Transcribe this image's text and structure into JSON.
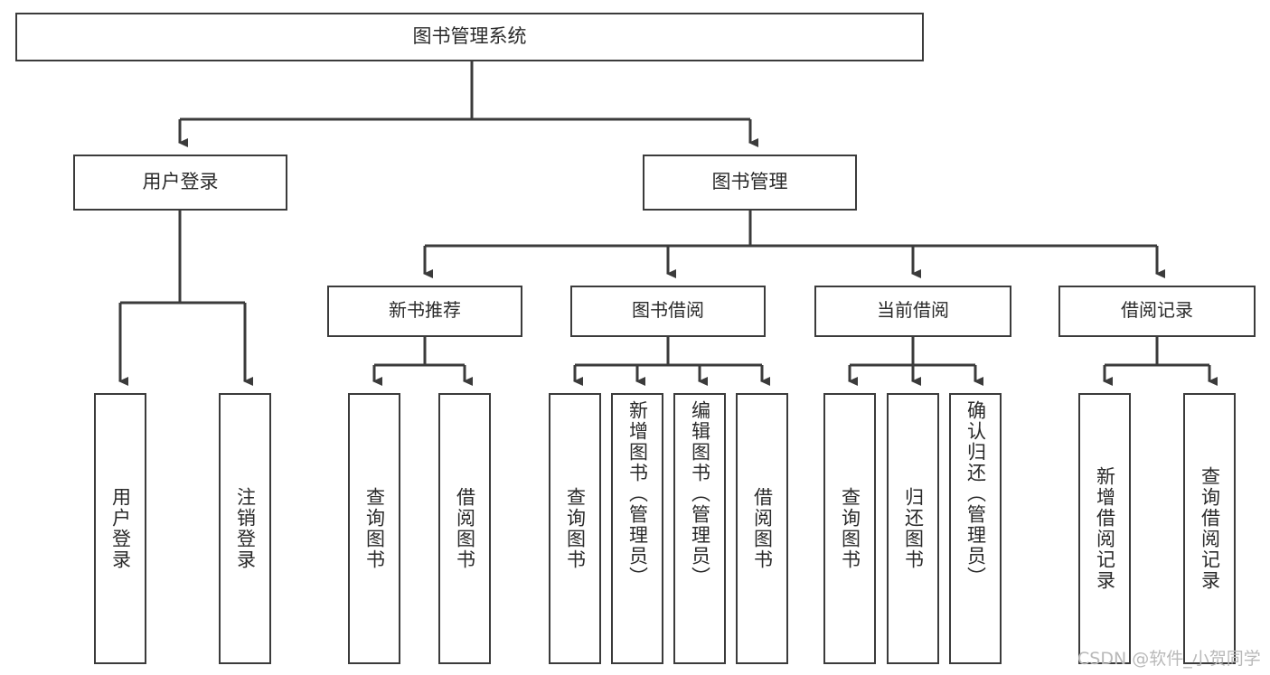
{
  "diagram": {
    "title": "图书管理系统",
    "type": "tree-hierarchy-diagram",
    "root": {
      "label": "图书管理系统"
    },
    "level2": [
      {
        "label": "用户登录"
      },
      {
        "label": "图书管理"
      }
    ],
    "level3": [
      {
        "label": "新书推荐"
      },
      {
        "label": "图书借阅"
      },
      {
        "label": "当前借阅"
      },
      {
        "label": "借阅记录"
      }
    ],
    "leaves": {
      "user_login": [
        {
          "label": "用户登录"
        },
        {
          "label": "注销登录"
        }
      ],
      "new_book_recommend": [
        {
          "label": "查询图书"
        },
        {
          "label": "借阅图书"
        }
      ],
      "book_borrow": [
        {
          "label": "查询图书"
        },
        {
          "label": "新增图书（管理员）"
        },
        {
          "label": "编辑图书（管理员）"
        },
        {
          "label": "借阅图书"
        }
      ],
      "current_borrow": [
        {
          "label": "查询图书"
        },
        {
          "label": "归还图书"
        },
        {
          "label": "确认归还（管理员）"
        }
      ],
      "borrow_record": [
        {
          "label": "新增借阅记录"
        },
        {
          "label": "查询借阅记录"
        }
      ]
    },
    "watermark": "CSDN @软件_小贺同学",
    "colors": {
      "stroke": "#3b3b3b",
      "fill": "#ffffff",
      "text": "#2a2a2a",
      "watermark": "#b9b9b9"
    }
  }
}
